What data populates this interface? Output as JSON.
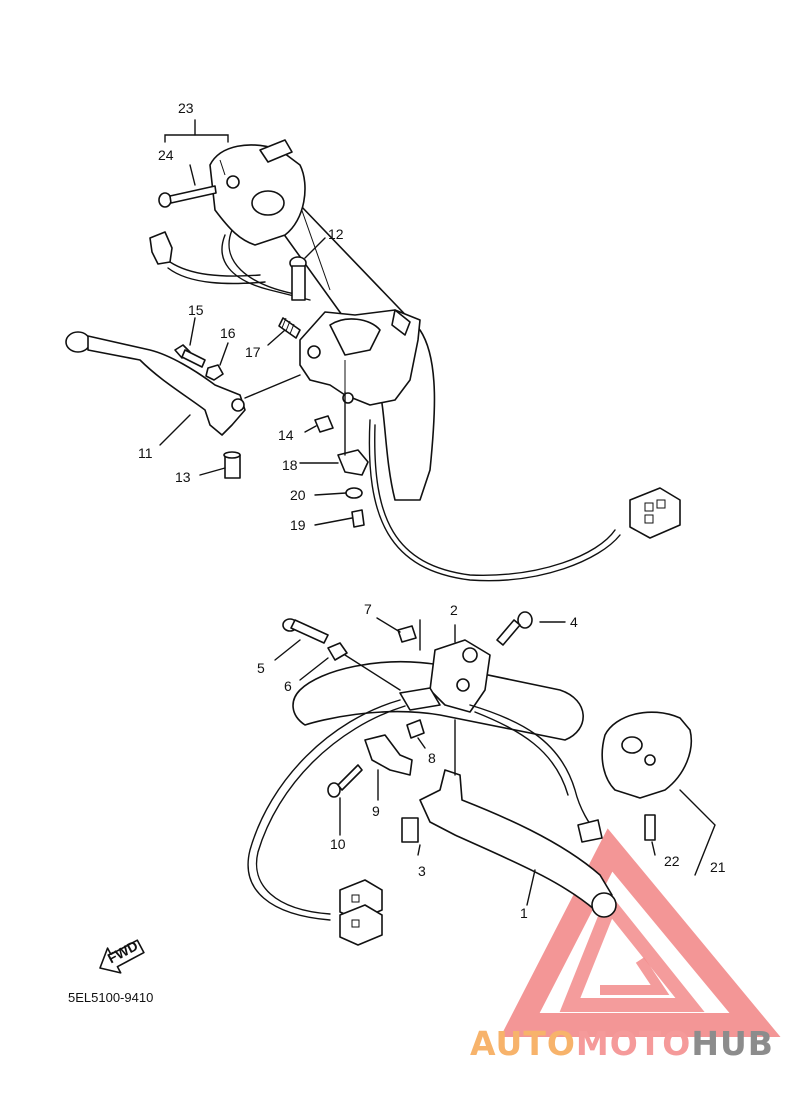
{
  "diagram": {
    "code": "5EL5100-9410",
    "fwd_label": "FWD",
    "callouts": [
      {
        "id": "c1",
        "num": "1"
      },
      {
        "id": "c2",
        "num": "2"
      },
      {
        "id": "c3",
        "num": "3"
      },
      {
        "id": "c4",
        "num": "4"
      },
      {
        "id": "c5",
        "num": "5"
      },
      {
        "id": "c6",
        "num": "6"
      },
      {
        "id": "c7",
        "num": "7"
      },
      {
        "id": "c8",
        "num": "8"
      },
      {
        "id": "c9",
        "num": "9"
      },
      {
        "id": "c10",
        "num": "10"
      },
      {
        "id": "c11",
        "num": "11"
      },
      {
        "id": "c12",
        "num": "12"
      },
      {
        "id": "c13",
        "num": "13"
      },
      {
        "id": "c14",
        "num": "14"
      },
      {
        "id": "c15",
        "num": "15"
      },
      {
        "id": "c16",
        "num": "16"
      },
      {
        "id": "c17",
        "num": "17"
      },
      {
        "id": "c18",
        "num": "18"
      },
      {
        "id": "c19",
        "num": "19"
      },
      {
        "id": "c20",
        "num": "20"
      },
      {
        "id": "c21",
        "num": "21"
      },
      {
        "id": "c22",
        "num": "22"
      },
      {
        "id": "c23",
        "num": "23"
      },
      {
        "id": "c24",
        "num": "24"
      }
    ]
  },
  "watermark": {
    "part1": "AUTO",
    "part2": "MOTO",
    "part3": "HUB",
    "colors": {
      "orange": "#f7b36b",
      "pink": "#f59a9a",
      "gray": "#8c8c8c",
      "triangle": "#f28b8b"
    }
  }
}
